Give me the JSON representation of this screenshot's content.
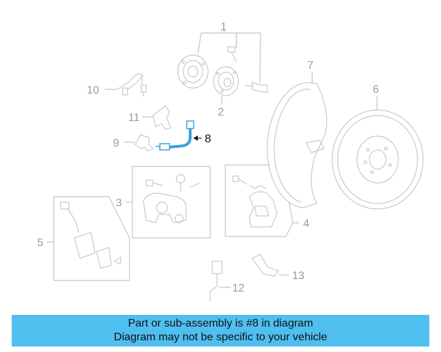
{
  "diagram": {
    "callouts": {
      "c1": "1",
      "c2": "2",
      "c3": "3",
      "c4": "4",
      "c5": "5",
      "c6": "6",
      "c7": "7",
      "c8": "8",
      "c9": "9",
      "c10": "10",
      "c11": "11",
      "c12": "12",
      "c13": "13"
    },
    "highlight_part": "8",
    "colors": {
      "highlight": "#3a9fd6",
      "parts": "#c8c8c8",
      "callout_text": "#9a9a9a",
      "banner": "#4fbff0"
    }
  },
  "banner": {
    "line1": "Part or sub-assembly is #8 in diagram",
    "line2": "Diagram may not be specific to your vehicle"
  }
}
